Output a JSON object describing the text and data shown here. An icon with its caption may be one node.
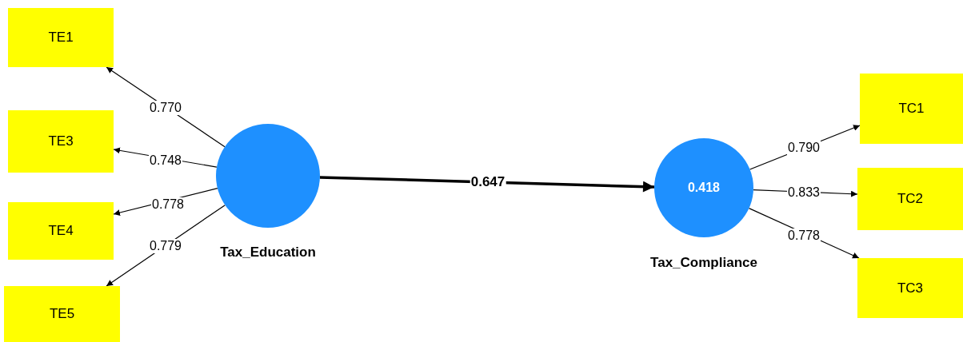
{
  "diagram": {
    "nodes": [
      {
        "text": [
          "TE1"
        ]
      },
      {
        "text": [
          "TE3"
        ]
      },
      {
        "text": [
          "TE4"
        ]
      },
      {
        "text": [
          "TE5"
        ]
      },
      {
        "text": [
          "Tax_Education"
        ]
      },
      {
        "text": [
          "0.418",
          "Tax_Compliance"
        ]
      },
      {
        "text": [
          "TC1"
        ]
      },
      {
        "text": [
          "TC2"
        ]
      },
      {
        "text": [
          "TC3"
        ]
      }
    ],
    "edges": [
      {
        "from": 4,
        "to": 0,
        "arrow": "to",
        "label": "0.770"
      },
      {
        "from": 4,
        "to": 1,
        "arrow": "to",
        "label": "0.748"
      },
      {
        "from": 4,
        "to": 2,
        "arrow": "to",
        "label": "0.778"
      },
      {
        "from": 4,
        "to": 3,
        "arrow": "to",
        "label": "0.779"
      },
      {
        "from": 4,
        "to": 5,
        "arrow": "to",
        "label": "0.647",
        "style": "thick"
      },
      {
        "from": 5,
        "to": 6,
        "arrow": "to",
        "label": "0.790"
      },
      {
        "from": 5,
        "to": 7,
        "arrow": "to",
        "label": "0.833"
      },
      {
        "from": 5,
        "to": 8,
        "arrow": "to",
        "label": "0.778"
      }
    ]
  }
}
